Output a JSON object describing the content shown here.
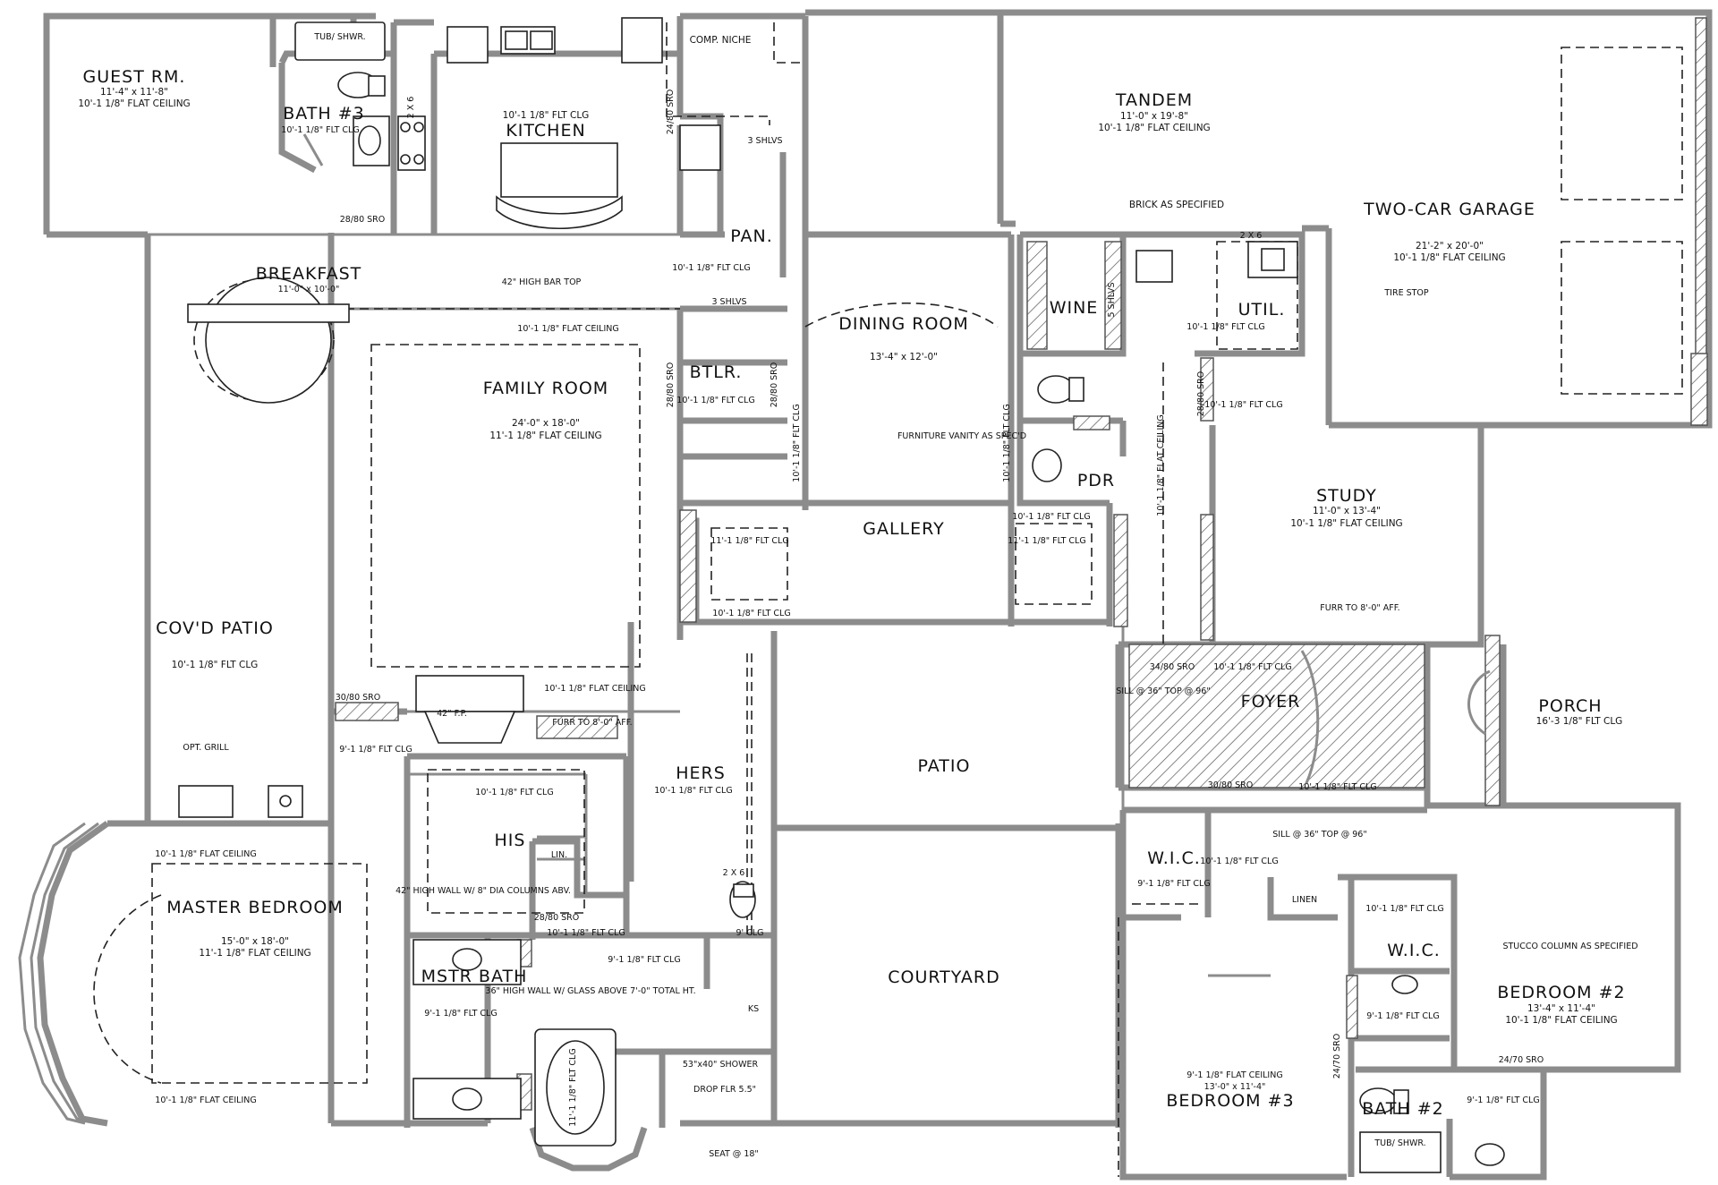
{
  "labels": {
    "guest_rm": "GUEST RM.",
    "guest_rm_size": "11'-4\" x 11'-8\"",
    "guest_rm_clg": "10'-1 1/8\" FLAT CEILING",
    "tub_shwr": "TUB/ SHWR.",
    "bath3": "BATH #3",
    "bath3_clg": "10'-1 1/8\" FLT CLG",
    "guest_door": "28/80 SRO",
    "two_by_six_a": "2 X 6",
    "kitchen_clg": "10'-1 1/8\" FLT CLG",
    "kitchen": "KITCHEN",
    "comp_niche": "COMP. NICHE",
    "pantry_door": "24/80 SRO",
    "shelves_a": "3 SHLVS",
    "pan": "PAN.",
    "pan_clg": "10'-1 1/8\" FLT CLG",
    "shelves_b": "3 SHLVS",
    "bar_top": "42\" HIGH BAR TOP",
    "breakfast": "BREAKFAST",
    "breakfast_size": "11'-0\" x 10'-0\"",
    "family_clg_top": "10'-1 1/8\" FLAT CEILING",
    "family_room": "FAMILY ROOM",
    "family_size": "24'-0\" x 18'-0\"",
    "family_clg": "11'-1 1/8\" FLAT CEILING",
    "btlr": "BTLR.",
    "btlr_clg": "10'-1 1/8\" FLT CLG",
    "btlr_door_l": "28/80 SRO",
    "btlr_door_r": "28/80 SRO",
    "tandem": "TANDEM",
    "tandem_size": "11'-0\" x 19'-8\"",
    "tandem_clg": "10'-1 1/8\" FLAT CEILING",
    "brick": "BRICK AS SPECIFIED",
    "garage": "TWO-CAR GARAGE",
    "garage_size": "21'-2\" x 20'-0\"",
    "garage_clg": "10'-1 1/8\" FLAT CEILING",
    "tire_stop": "TIRE STOP",
    "two_by_six_b": "2 X 6",
    "wine": "WINE",
    "wine_shelves": "5 SHLVS",
    "util": "UTIL.",
    "util_clg": "10'-1 1/8\" FLT CLG",
    "util_door": "28/80 SRO",
    "hall_clg_a": "10'-1 1/8\" FLT CLG",
    "dining_room": "DINING ROOM",
    "dining_size": "13'-4\" x 12'-0\"",
    "dining_clg_side": "10'-1 1/8\" FLT CLG",
    "vanity": "FURNITURE VANITY AS SPEC'D",
    "pdr_clg": "10'-1 1/8\" FLT CLG",
    "pdr": "PDR",
    "hall_clg_long": "10'-1 1/8\" FLAT CEILING",
    "study": "STUDY",
    "study_size": "11'-0\" x 13'-4\"",
    "study_clg": "10'-1 1/8\" FLAT CEILING",
    "furr": "FURR TO 8'-0\" AFF.",
    "gallery": "GALLERY",
    "gal_left_clg": "11'-1 1/8\" FLT CLG",
    "gal_left_bot": "10'-1 1/8\" FLT CLG",
    "gal_right_top": "10'-1 1/8\" FLT CLG",
    "gal_right_clg": "11'-1 1/8\" FLT CLG",
    "covd_patio": "COV'D PATIO",
    "covd_patio_clg": "10'-1 1/8\" FLT CLG",
    "opt_grill": "OPT. GRILL",
    "family_clg_bot": "10'-1 1/8\" FLAT CEILING",
    "family_door": "30/80 SRO",
    "fp": "42\" F.P.",
    "furr_bot": "FURR TO 8'-0\" AFF.",
    "foyer_door": "34/80 SRO",
    "foyer_clg_top": "10'-1 1/8\" FLT CLG",
    "sill_top_a": "SILL @ 36\" TOP @ 96\"",
    "foyer": "FOYER",
    "porch": "PORCH",
    "porch_clg": "16'-3 1/8\" FLT CLG",
    "hall_b_clg": "9'-1 1/8\" FLT CLG",
    "hers": "HERS",
    "hers_clg": "10'-1 1/8\" FLT CLG",
    "patio": "PATIO",
    "foyer_door_bot": "30/80 SRO",
    "foyer_clg_bot": "10'-1 1/8\" FLT CLG",
    "sill_top_b": "SILL @ 36\" TOP @ 96\"",
    "his_clg": "10'-1 1/8\" FLT CLG",
    "his": "HIS",
    "lin_a": "LIN.",
    "master_clg_top": "10'-1 1/8\" FLAT CEILING",
    "master_bedroom": "MASTER BEDROOM",
    "master_size": "15'-0\" x 18'-0\"",
    "master_clg": "11'-1 1/8\" FLAT CEILING",
    "his_wall": "42\" HIGH WALL W/ 8\" DIA COLUMNS ABV.",
    "his_door": "28/80 SRO",
    "two_by_six_c": "2 X 6",
    "wc_clg": "9' CLG",
    "wic_left": "W.I.C.",
    "wic_left_clg": "9'-1 1/8\" FLT CLG",
    "bed3_clg_top": "10'-1 1/8\" FLT CLG",
    "linen": "LINEN",
    "wic_right_clg": "10'-1 1/8\" FLT CLG",
    "wic_right": "W.I.C.",
    "stucco": "STUCCO COLUMN AS SPECIFIED",
    "bath_center_a": "10'-1 1/8\" FLT CLG",
    "bath_center_b": "9'-1 1/8\" FLT CLG",
    "glass_wall": "36\" HIGH WALL W/ GLASS ABOVE 7'-0\" TOTAL HT.",
    "ks": "KS",
    "courtyard": "COURTYARD",
    "bedroom2": "BEDROOM #2",
    "bedroom2_size": "13'-4\" x 11'-4\"",
    "bedroom2_clg": "10'-1 1/8\" FLAT CEILING",
    "mstr_bath": "MSTR BATH",
    "mstr_bath_clg": "9'-1 1/8\" FLT CLG",
    "tub_clg": "11'-1 1/8\" FLT CLG",
    "shower": "53\"x40\" SHOWER",
    "drop_flr": "DROP FLR 5.5\"",
    "seat": "SEAT @ 18\"",
    "vanity_b2_clg": "9'-1 1/8\" FLT CLG",
    "bed2_door": "24/70 SRO",
    "bed2_door_b": "24/70 SRO",
    "bath2_clg": "9'-1 1/8\" FLT CLG",
    "bed3_clg": "9'-1 1/8\" FLAT CEILING",
    "bed3_size": "13'-0\" x 11'-4\"",
    "bedroom3": "BEDROOM #3",
    "bath2": "BATH #2",
    "tub_shwr_b": "TUB/ SHWR.",
    "master_clg_bot": "10'-1 1/8\" FLAT CEILING"
  }
}
